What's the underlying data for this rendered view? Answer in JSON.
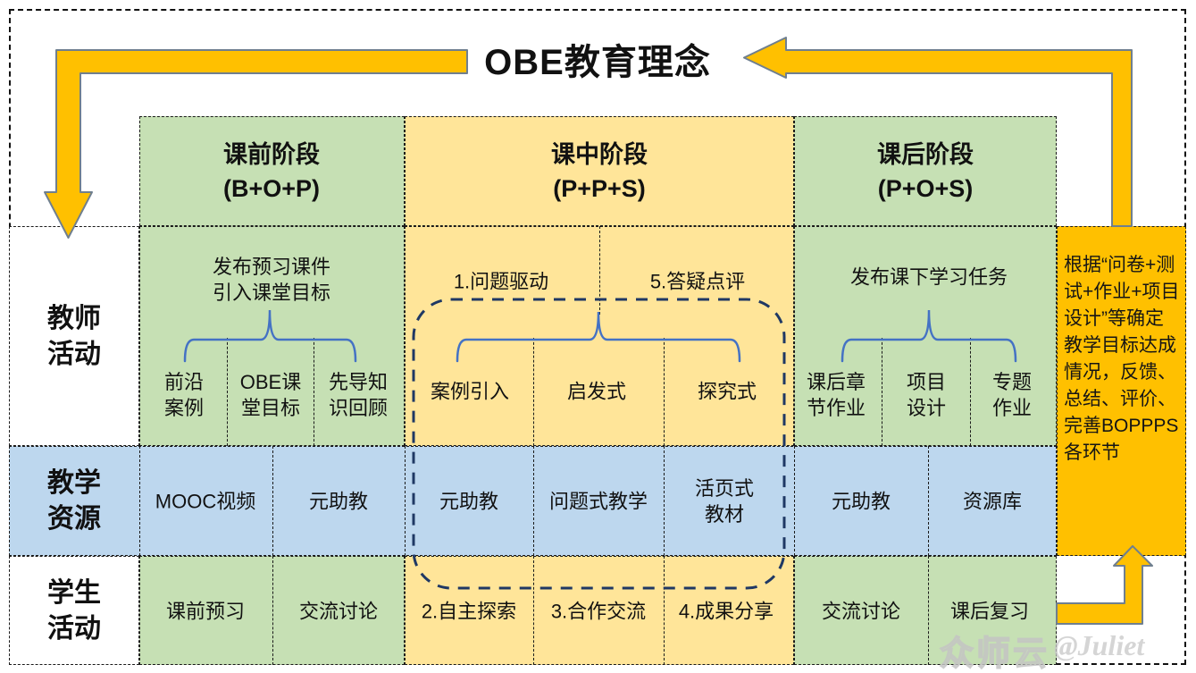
{
  "title": "OBE教育理念",
  "headers": {
    "pre": "课前阶段\n(B+O+P)",
    "during": "课中阶段\n(P+P+S)",
    "post": "课后阶段\n(P+O+S)"
  },
  "row_labels": {
    "teacher": "教师\n活动",
    "resources": "教学\n资源",
    "students": "学生\n活动"
  },
  "teacher_row": {
    "pre": {
      "top": "发布预习课件\n引入课堂目标",
      "items": [
        "前沿\n案例",
        "OBE课\n堂目标",
        "先导知\n识回顾"
      ]
    },
    "during": {
      "left_step": "1.问题驱动",
      "right_step": "5.答疑点评",
      "items": [
        "案例引入",
        "启发式",
        "探究式"
      ]
    },
    "post": {
      "top": "发布课下学习任务",
      "items": [
        "课后章\n节作业",
        "项目\n设计",
        "专题\n作业"
      ]
    }
  },
  "resources_row": {
    "pre": [
      "MOOC视频",
      "元助教"
    ],
    "during": [
      "元助教",
      "问题式教学",
      "活页式\n教材"
    ],
    "post": [
      "元助教",
      "资源库"
    ]
  },
  "students_row": {
    "pre": [
      "课前预习",
      "交流讨论"
    ],
    "during": [
      "2.自主探索",
      "3.合作交流",
      "4.成果分享"
    ],
    "post": [
      "交流讨论",
      "课后复习"
    ]
  },
  "feedback_panel": {
    "text": "根据“问卷+测试+作业+项目设计”等确定教学目标达成情况，反馈、总结、评价、完善BOPPPS各环节"
  },
  "watermark": {
    "brand": "众师云",
    "author": "@Juliet"
  },
  "colors": {
    "stage_green": "#C6E0B4",
    "stage_yellow": "#FFE599",
    "resources_blue": "#BDD7EE",
    "feedback_orange": "#FFC000",
    "brace_blue": "#4472C4",
    "loop_navy": "#1F3864",
    "border_black": "#1a1a1a"
  }
}
